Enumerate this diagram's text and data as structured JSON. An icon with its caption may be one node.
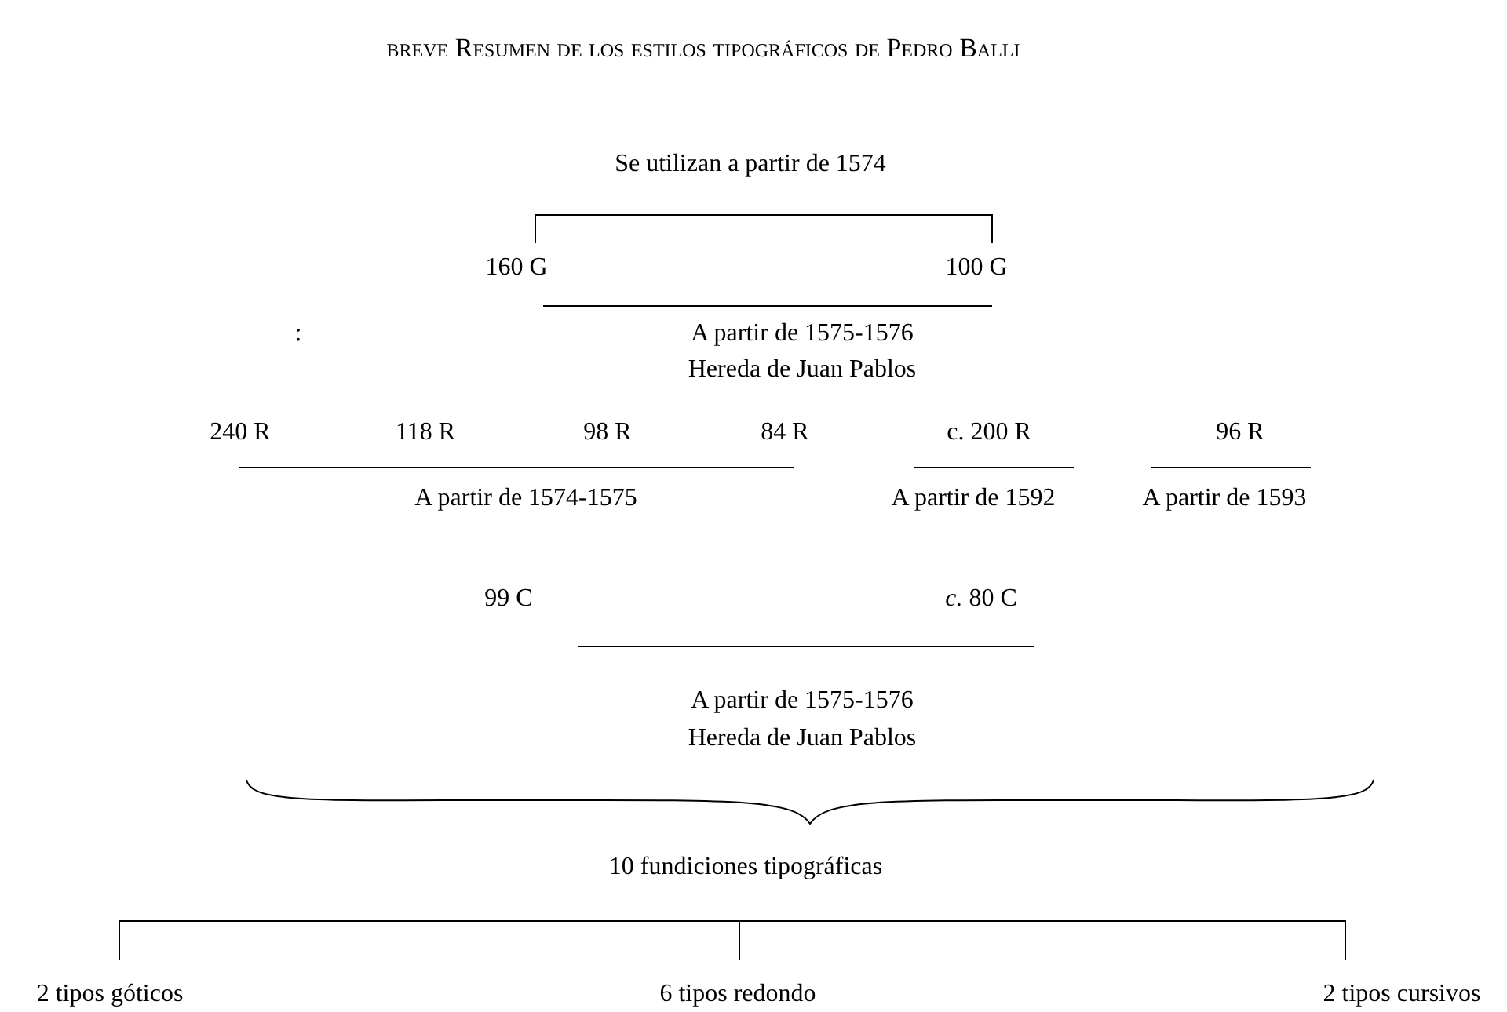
{
  "diagram": {
    "title": "breve Resumen de los estilos tipográficos de Pedro Balli",
    "labels": [
      "Se utilizan a partir de 1574",
      "160 G",
      "100 G",
      ":",
      "A partir de 1575-1576",
      "Hereda de Juan Pablos",
      "240 R",
      "118 R",
      "98 R",
      "84 R",
      "c. 200 R",
      "96 R",
      "A partir de 1574-1575",
      "A partir de 1592",
      "A partir de 1593",
      "99 C",
      "*c.* 80 C",
      "A partir de 1575-1576",
      "Hereda de Juan Pablos",
      "10 fundiciones tipográficas",
      "2 tipos góticos",
      "6 tipos redondo",
      "2 tipos cursivos"
    ]
  }
}
